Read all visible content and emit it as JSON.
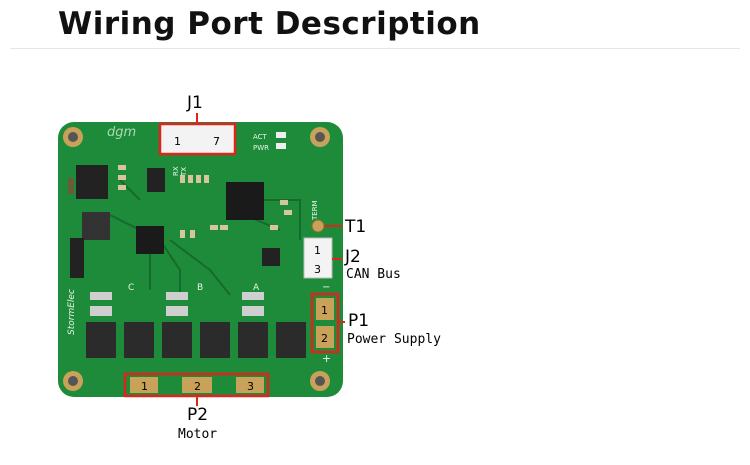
{
  "header": {
    "title": "Wiring Port Description"
  },
  "board": {
    "logo": "dgm",
    "brand": "StormElec",
    "silk": {
      "act": "ACT",
      "pwr": "PWR",
      "term": "TERM",
      "rx": "RX",
      "tx": "TX",
      "phase_c": "C",
      "phase_b": "B",
      "phase_a": "A",
      "minus": "−",
      "plus": "+"
    }
  },
  "ports": {
    "j1": {
      "name": "J1",
      "pin_first": "1",
      "pin_last": "7"
    },
    "t1": {
      "name": "T1"
    },
    "j2": {
      "name": "J2",
      "desc": "CAN Bus",
      "pin_first": "1",
      "pin_last": "3"
    },
    "p1": {
      "name": "P1",
      "desc": "Power Supply",
      "pin_first": "1",
      "pin_last": "2"
    },
    "p2": {
      "name": "P2",
      "desc": "Motor",
      "pins": [
        "1",
        "2",
        "3"
      ]
    }
  },
  "colors": {
    "pcb": "#1e8b3a",
    "pcb_dark": "#156b2b",
    "callout": "#e0241b",
    "pad": "#c9a25a"
  }
}
